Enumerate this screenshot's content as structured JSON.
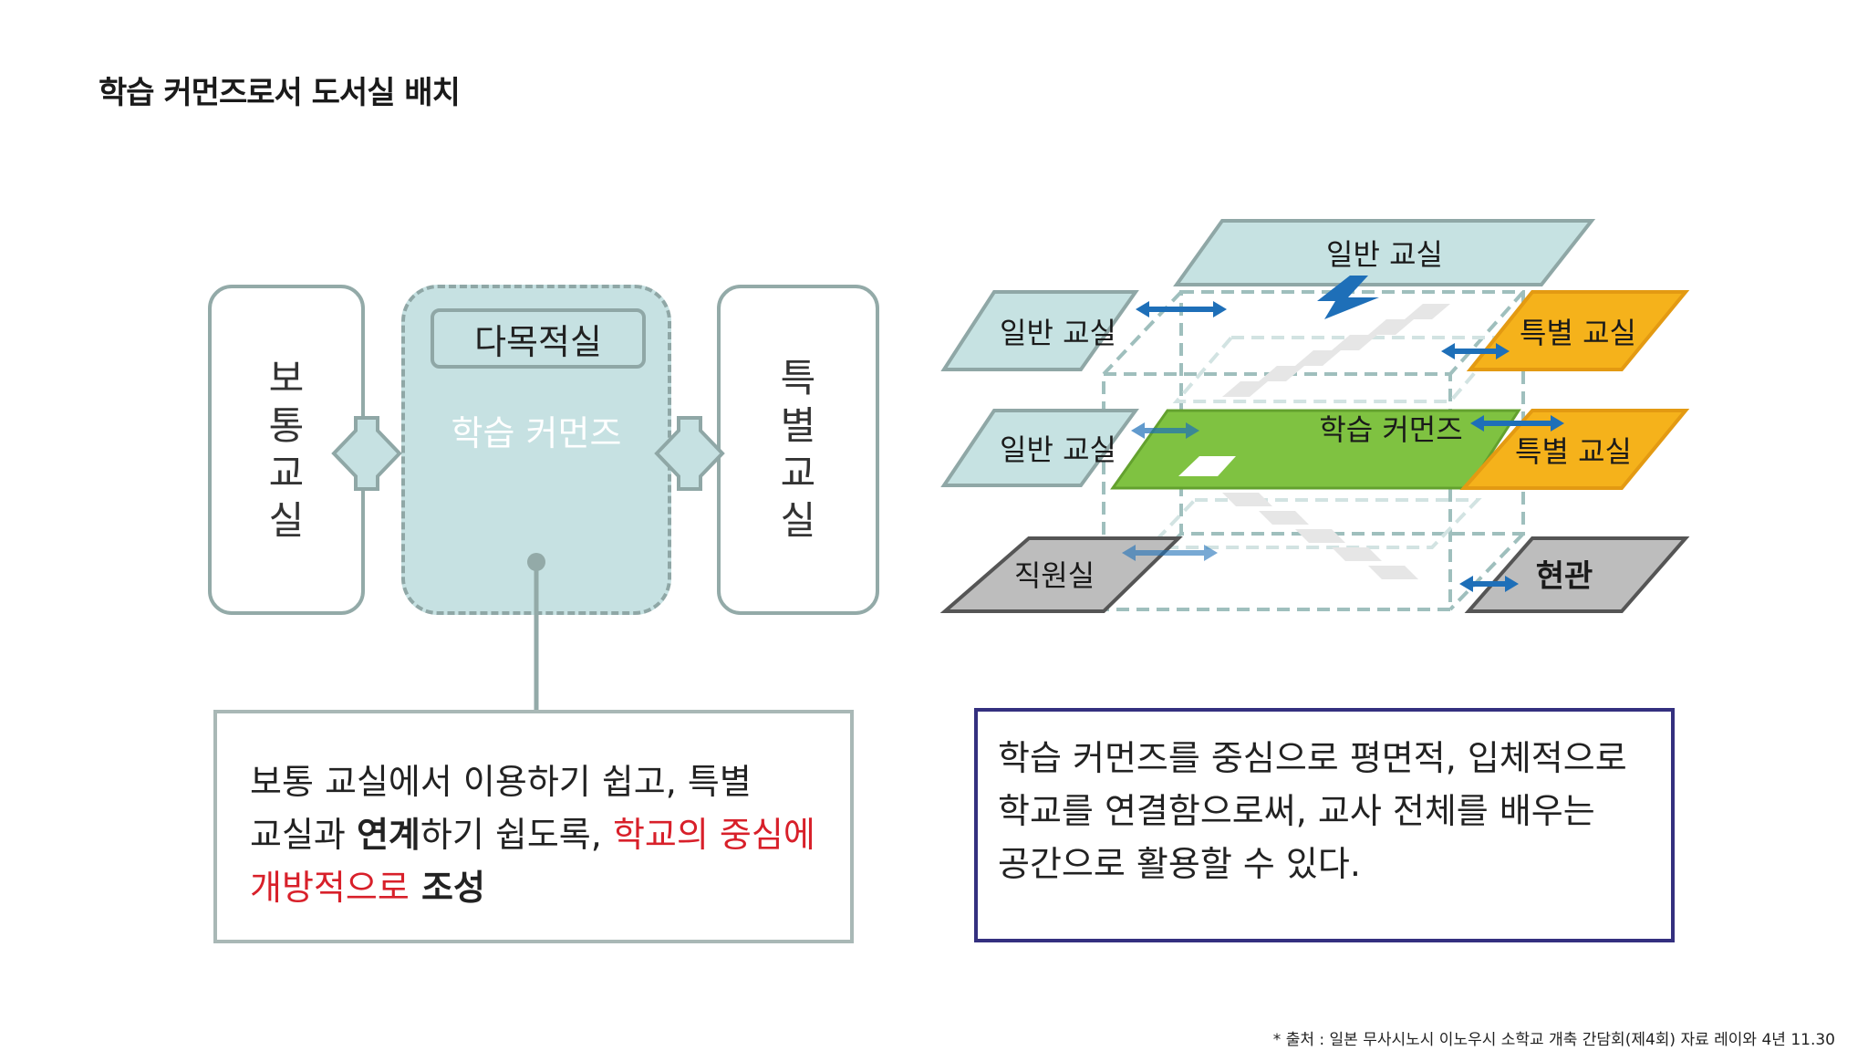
{
  "title": "학습 커먼즈로서 도서실 배치",
  "left_diagram": {
    "regular_classroom": "보통교실",
    "multipurpose_room": "다목적실",
    "learning_commons": "학습 커먼즈",
    "special_classroom": "특별교실"
  },
  "left_text": {
    "line1": "보통 교실에서 이용하기 쉽고, 특별",
    "line2_a": "교실과 ",
    "line2_b": "연계",
    "line2_c": "하기 쉽도록, ",
    "line2_d": "학교의 중심에",
    "line3_a": "개방적으로",
    "line3_b": " 조성"
  },
  "right_diagram": {
    "general_classroom_top": "일반 교실",
    "general_classroom_upper": "일반 교실",
    "special_classroom_upper": "특별 교실",
    "general_classroom_mid": "일반 교실",
    "learning_commons": "학습 커먼즈",
    "special_classroom_mid": "특별 교실",
    "staff_room": "직원실",
    "entrance": "현관"
  },
  "right_text": {
    "line1": "학습 커먼즈를 중심으로 평면적, 입체적으로",
    "line2": "학교를 연결함으로써, 교사 전체를 배우는",
    "line3": "공간으로 활용할 수 있다."
  },
  "footer": "* 출처 : 일본 무사시노시 이노우시 소학교 개축 간담회(제4회) 자료 레이와 4년 11.30",
  "colors": {
    "classroom_panel": "#c6e2e2",
    "special_panel": "#f5b21b",
    "commons_panel": "#7fc241",
    "staff_panel": "#bdbdbd",
    "arrow_blue": "#1e6fb8",
    "right_box_border": "#34307f",
    "highlight_red": "#d8202a"
  }
}
